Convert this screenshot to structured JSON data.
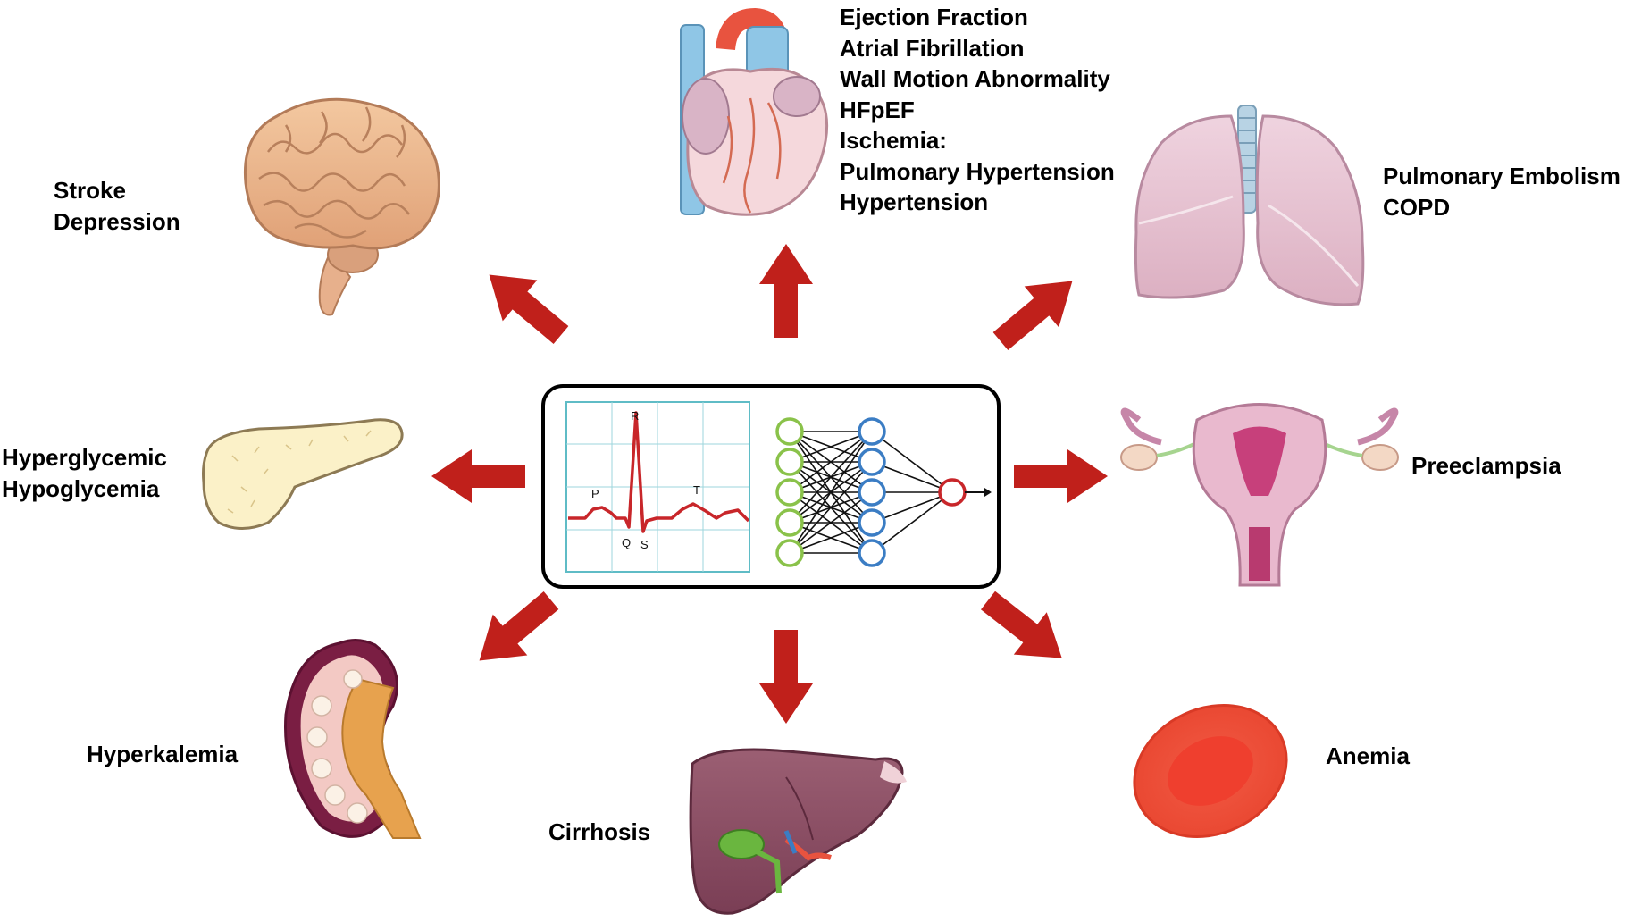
{
  "colors": {
    "arrow": "#c0201b",
    "ecg_grid": "#5fbcc6",
    "ecg_trace": "#c8262a",
    "nn_input": "#8ac24a",
    "nn_hidden": "#3b7dc4",
    "nn_output": "#c8262a"
  },
  "center": {
    "ecg_labels": {
      "p": "P",
      "q": "Q",
      "r": "R",
      "s": "S",
      "t": "T"
    }
  },
  "labels": {
    "brain": [
      "Stroke",
      "Depression"
    ],
    "heart": [
      "Ejection Fraction",
      "Atrial Fibrillation",
      "Wall Motion Abnormality",
      "HFpEF",
      "Ischemia:",
      "Pulmonary Hypertension",
      "Hypertension"
    ],
    "lungs": [
      "Pulmonary Embolism",
      "COPD"
    ],
    "pancreas": [
      "Hyperglycemic",
      "Hypoglycemia"
    ],
    "uterus": [
      "Preeclampsia"
    ],
    "kidney": [
      "Hyperkalemia"
    ],
    "liver": [
      "Cirrhosis"
    ],
    "rbc": [
      "Anemia"
    ]
  },
  "icons": [
    "brain-icon",
    "heart-icon",
    "lungs-icon",
    "pancreas-icon",
    "uterus-icon",
    "kidney-icon",
    "liver-icon",
    "red-blood-cell-icon"
  ]
}
